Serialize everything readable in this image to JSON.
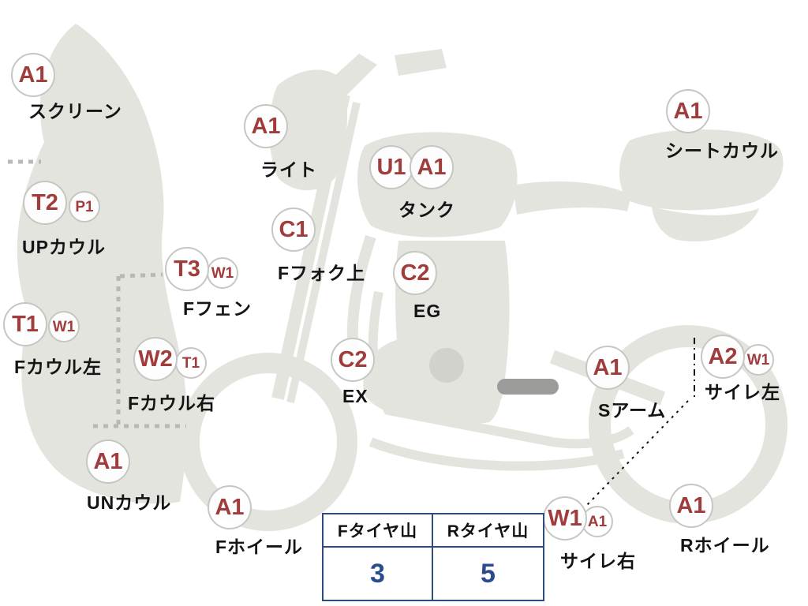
{
  "markers": [
    {
      "main": "A1",
      "label": "スクリーン"
    },
    {
      "main": "T2",
      "sub": "P1",
      "label": "UPカウル"
    },
    {
      "main": "T1",
      "sub": "W1",
      "label": "Fカウル左"
    },
    {
      "main": "T3",
      "sub": "W1",
      "label": "Fフェン"
    },
    {
      "main": "W2",
      "sub": "T1",
      "label": "Fカウル右"
    },
    {
      "main": "A1",
      "label": "UNカウル"
    },
    {
      "main": "A1",
      "label": "Fホイール"
    },
    {
      "main": "A1",
      "label": "ライト"
    },
    {
      "main": "C1",
      "label": "Fフォク上"
    },
    {
      "main": "U1",
      "sub": "A1",
      "label": "タンク"
    },
    {
      "main": "C2",
      "label": "EG"
    },
    {
      "main": "C2",
      "label": "EX"
    },
    {
      "main": "A1",
      "label": "Sアーム"
    },
    {
      "main": "A1",
      "label": "シートカウル"
    },
    {
      "main": "A2",
      "sub": "W1",
      "label": "サイレ左"
    },
    {
      "main": "W1",
      "sub": "A1",
      "label": "サイレ右"
    },
    {
      "main": "A1",
      "label": "Rホイール"
    }
  ],
  "tire_table": {
    "front_header": "Fタイヤ山",
    "rear_header": "Rタイヤ山",
    "front_value": "3",
    "rear_value": "5"
  },
  "colors": {
    "grade_text": "#a03c3c",
    "badge_border": "#c6c6c3",
    "body_fill": "#e4e4df",
    "label_text": "#141414",
    "table_border": "#2e4d7d",
    "table_value_text": "#2a4b8d"
  }
}
